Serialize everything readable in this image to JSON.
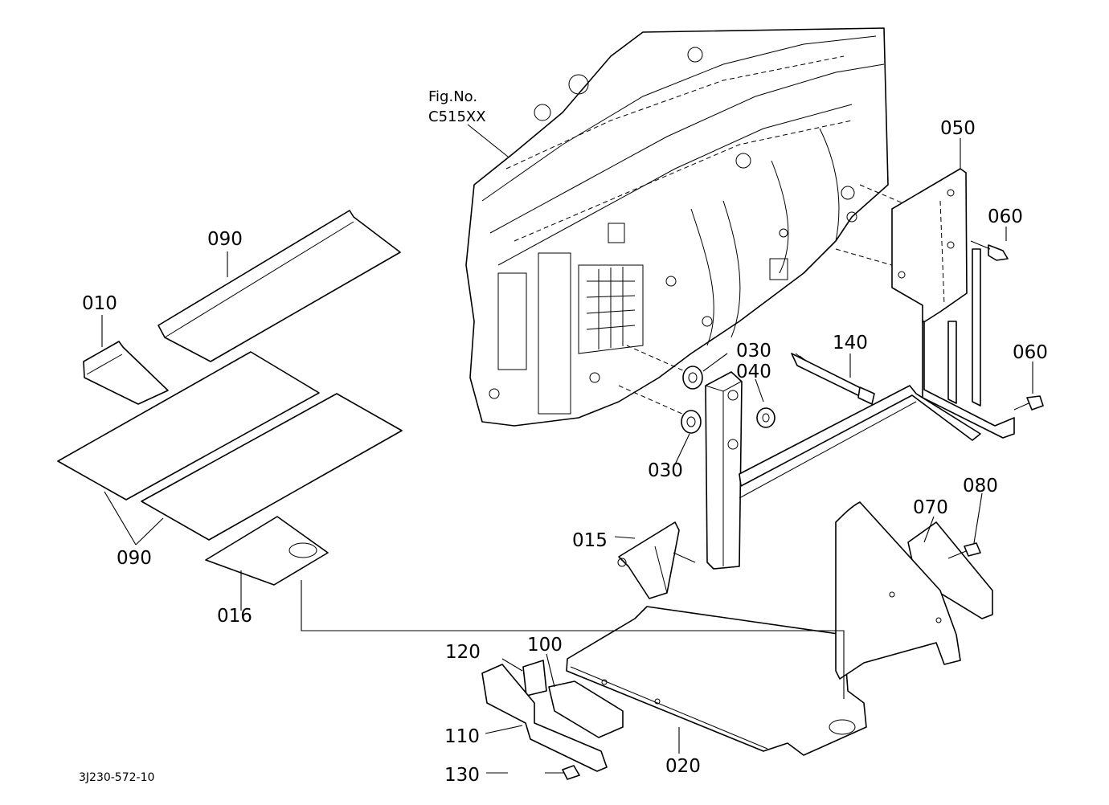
{
  "figure_reference": {
    "line1": "Fig.No.",
    "line2": "C515XX"
  },
  "drawing_code": "3J230-572-10",
  "callouts": {
    "c010": "010",
    "c015": "015",
    "c016": "016",
    "c020": "020",
    "c030a": "030",
    "c030b": "030",
    "c040": "040",
    "c050": "050",
    "c060a": "060",
    "c060b": "060",
    "c070": "070",
    "c080": "080",
    "c090a": "090",
    "c090b": "090",
    "c100": "100",
    "c110": "110",
    "c120": "120",
    "c130": "130",
    "c140": "140"
  }
}
